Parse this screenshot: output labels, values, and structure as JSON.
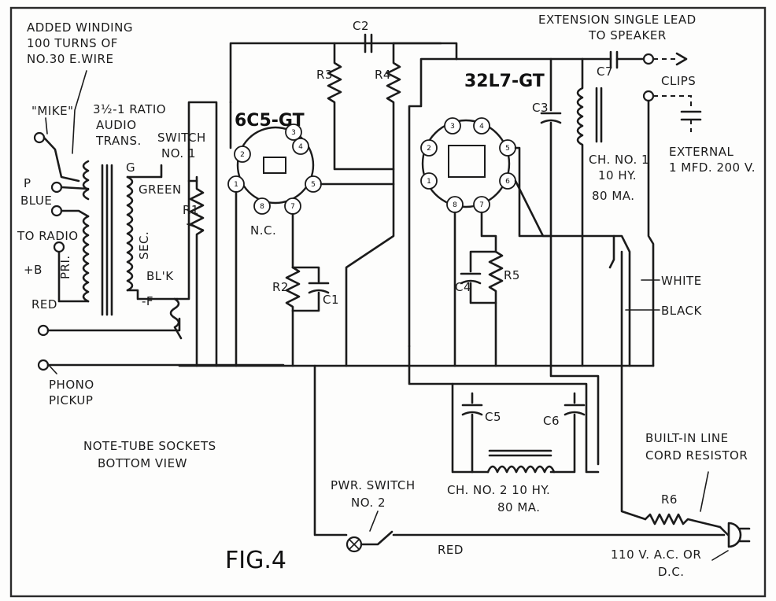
{
  "figure": {
    "title": "FIG.4",
    "note": [
      "NOTE-TUBE SOCKETS",
      "BOTTOM VIEW"
    ]
  },
  "tubes": {
    "tube1": "6C5-GT",
    "tube2": "32L7-GT",
    "nc": "N.C."
  },
  "input": {
    "added_winding": [
      "ADDED WINDING",
      "100 TURNS OF",
      "NO.30 E.WIRE"
    ],
    "mike": "\"MIKE\"",
    "audio_trans": [
      "3½-1 RATIO",
      "AUDIO",
      "TRANS."
    ],
    "switch1": [
      "SWITCH",
      "NO. 1"
    ],
    "p": "P",
    "blue": "BLUE",
    "to_radio": "TO RADIO",
    "plus_b": "+B",
    "pri": "PRI.",
    "sec": "SEC.",
    "red": "RED",
    "g": "G",
    "green": "GREEN",
    "blk": "BL'K",
    "minus_f": "-F",
    "phono": [
      "PHONO",
      "PICKUP"
    ]
  },
  "components": {
    "c1": "C1",
    "c2": "C2",
    "c3": "C3",
    "c4": "C4",
    "c5": "C5",
    "c6": "C6",
    "c7": "C7",
    "r1": "R1",
    "r2": "R2",
    "r3": "R3",
    "r4": "R4",
    "r5": "R5",
    "r6": "R6"
  },
  "output": {
    "extension": [
      "EXTENSION SINGLE LEAD",
      "TO SPEAKER"
    ],
    "clips": "CLIPS",
    "external": [
      "EXTERNAL",
      "1 MFD. 200 V."
    ],
    "ch1": [
      "CH. NO. 1",
      "10 HY.",
      "80 MA."
    ],
    "white": "WHITE",
    "black": "BLACK"
  },
  "power": {
    "ch2": [
      "CH. NO. 2 10 HY.",
      "80 MA."
    ],
    "pwr_switch": [
      "PWR. SWITCH",
      "NO. 2"
    ],
    "red": "RED",
    "line_cord": [
      "BUILT-IN LINE",
      "CORD RESISTOR"
    ],
    "mains": [
      "110 V. A.C. OR",
      "D.C."
    ]
  }
}
